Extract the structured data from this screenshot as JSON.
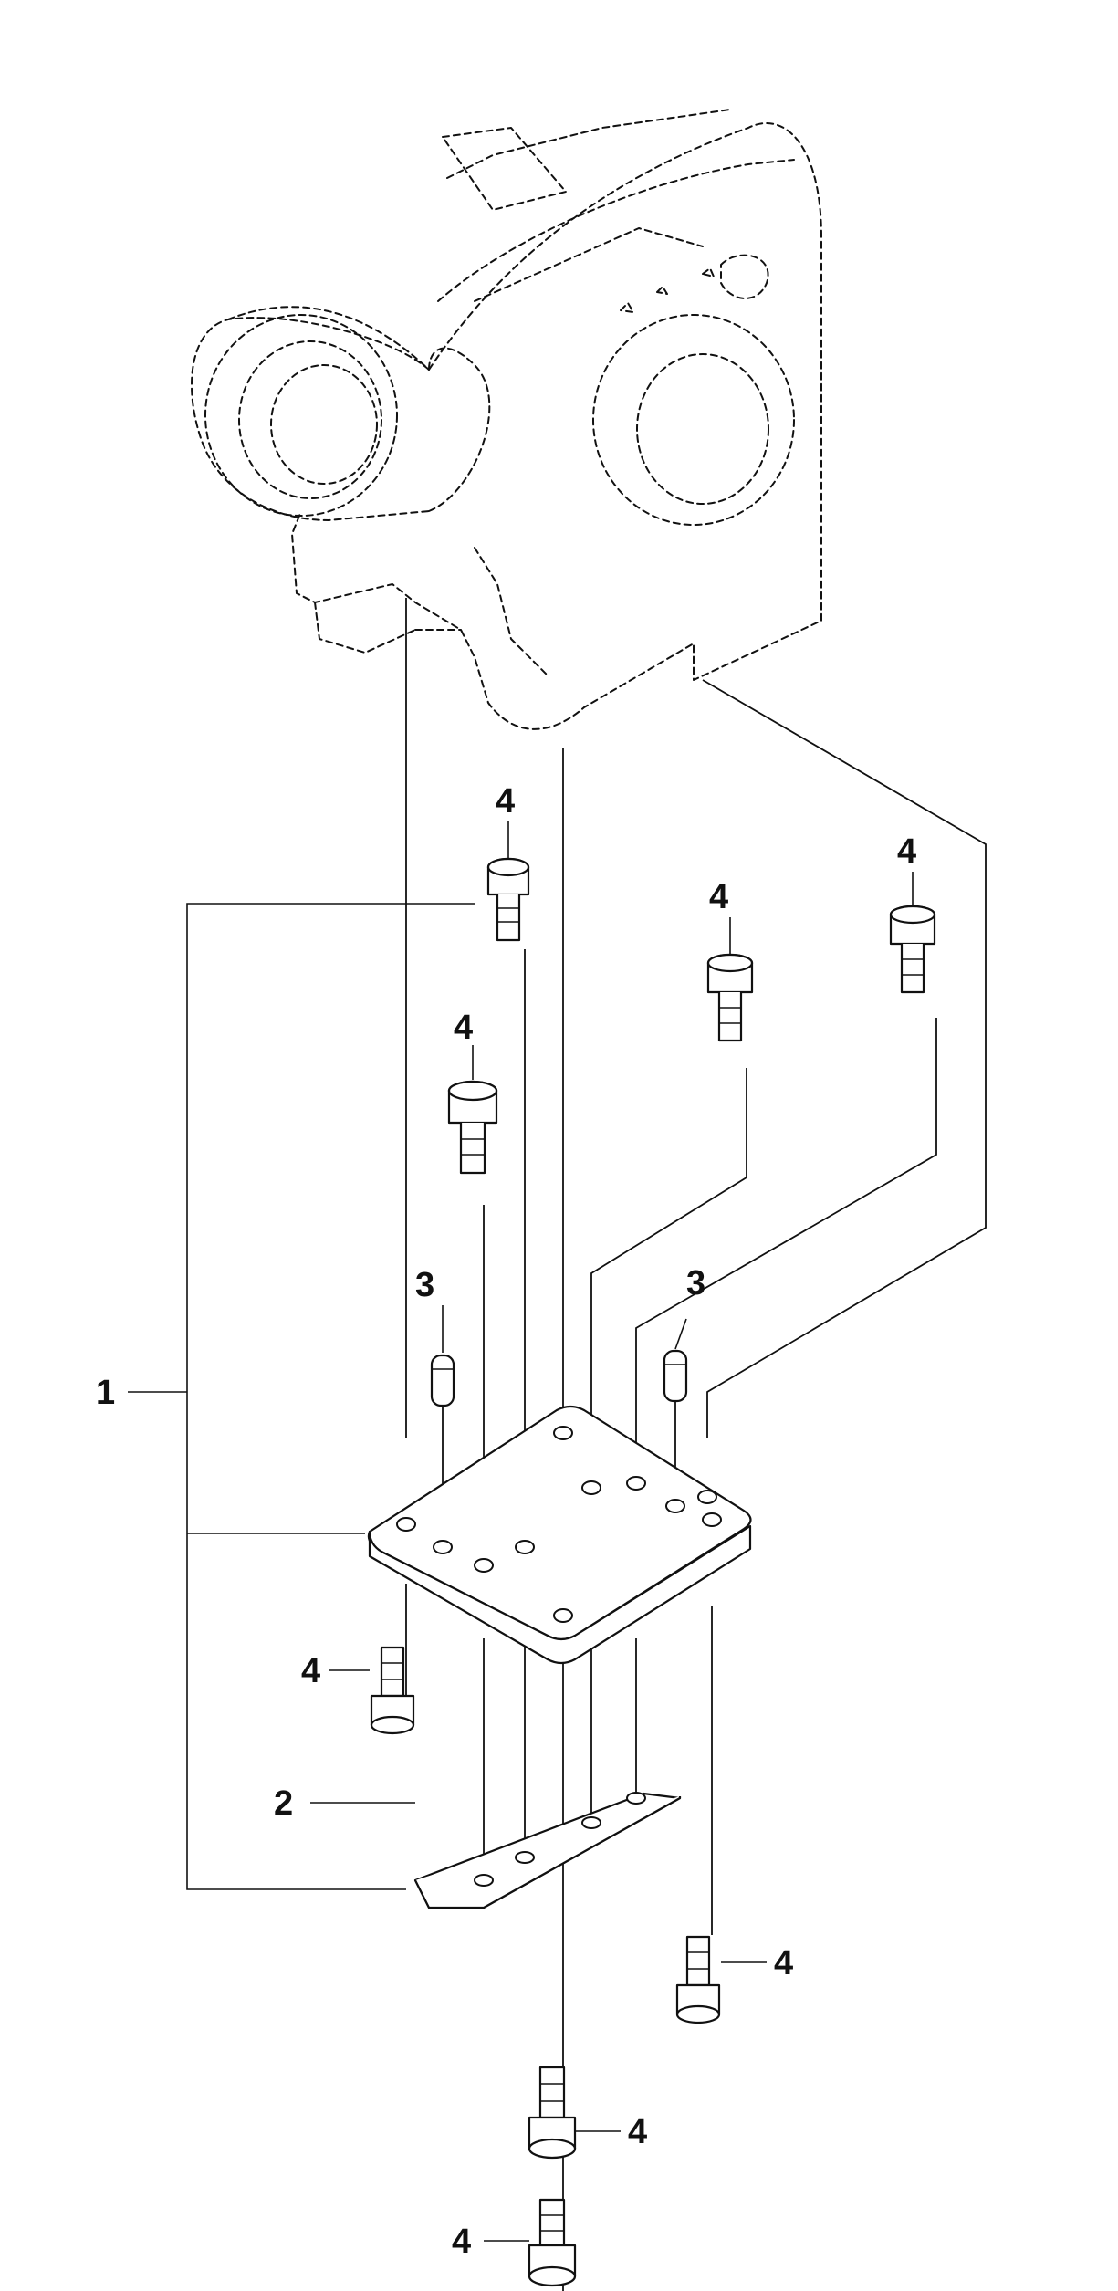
{
  "callouts": {
    "c1": "1",
    "c2": "2",
    "c3a": "3",
    "c3b": "3",
    "c4a": "4",
    "c4b": "4",
    "c4c": "4",
    "c4d": "4",
    "c4e": "4",
    "c4f": "4",
    "c4g": "4",
    "c4h": "4"
  }
}
